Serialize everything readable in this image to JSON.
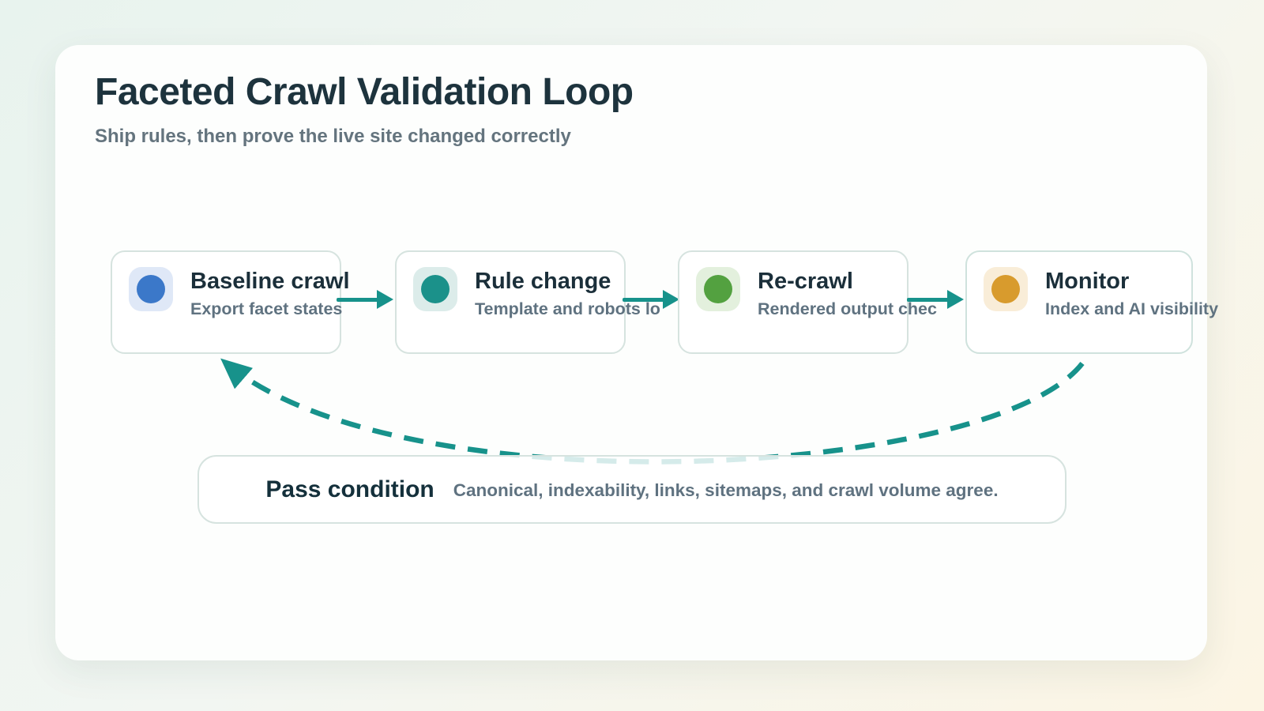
{
  "header": {
    "title": "Faceted Crawl Validation Loop",
    "subtitle": "Ship rules, then prove the live site changed correctly"
  },
  "stages": [
    {
      "title": "Baseline crawl",
      "subtitle": "Export facet states",
      "icon": "blue-dot-icon",
      "dot_color": "#3b78c9",
      "tile_color": "#dfe8f7"
    },
    {
      "title": "Rule change",
      "subtitle": "Template and robots lo",
      "icon": "teal-dot-icon",
      "dot_color": "#1b918a",
      "tile_color": "#dcecea"
    },
    {
      "title": "Re-crawl",
      "subtitle": "Rendered output chec",
      "icon": "green-dot-icon",
      "dot_color": "#53a140",
      "tile_color": "#e3f0dd"
    },
    {
      "title": "Monitor",
      "subtitle": "Index and AI visibility",
      "icon": "amber-dot-icon",
      "dot_color": "#d89b2d",
      "tile_color": "#f9edd8"
    }
  ],
  "flow": {
    "connector_count": 3,
    "connector_style": "solid-arrow",
    "feedback_style": "dashed-curve-arrow",
    "direction": "monitor-back-to-baseline-crawl"
  },
  "pass_condition": {
    "label": "Pass condition",
    "description": "Canonical, indexability, links, sitemaps, and crawl volume agree."
  },
  "colors": {
    "accent_teal": "#17928b",
    "box_border": "#d6e3df",
    "heading_text": "#1d333d",
    "muted_text": "#5f7280",
    "bg_gradient_start": "#e8f3ee",
    "bg_gradient_end": "#fcf5e4",
    "card_bg": "#fdfefd"
  }
}
